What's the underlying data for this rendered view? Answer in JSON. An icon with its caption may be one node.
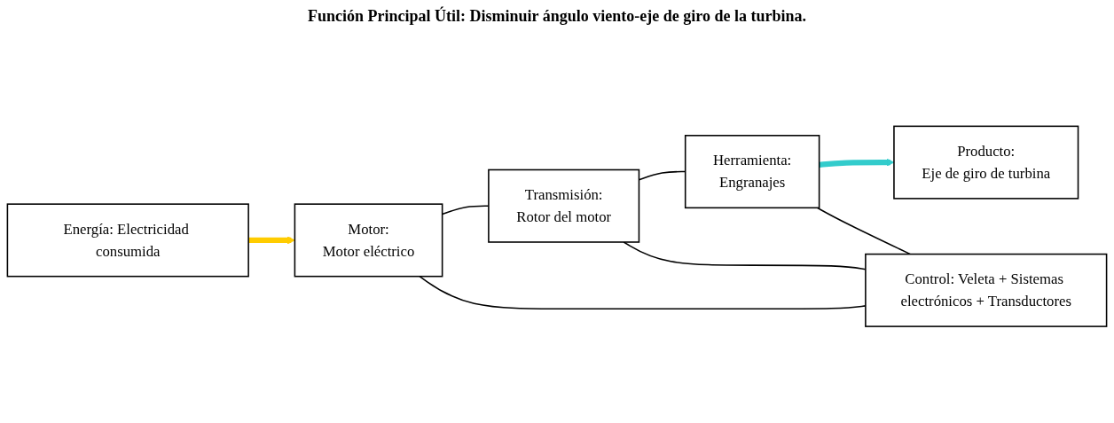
{
  "diagram": {
    "title": "Función Principal Útil: Disminuir ángulo viento-eje de giro de la turbina.",
    "nodes": [
      {
        "text": [
          "Energía: Electricidad consumida"
        ]
      },
      {
        "text": [
          "Motor:",
          "Motor eléctrico"
        ]
      },
      {
        "text": [
          "Transmisión:",
          "Rotor del motor"
        ]
      },
      {
        "text": [
          "Herramienta:",
          "Engranajes"
        ]
      },
      {
        "text": [
          "Producto:",
          "Eje de giro de turbina"
        ]
      },
      {
        "text": [
          "Control: Veleta + Sistemas electrónicos + Transductores"
        ]
      }
    ],
    "edges": [
      {
        "from": 0,
        "to": 1,
        "arrow": "to",
        "style": "thick",
        "color": "#ffcc00"
      },
      {
        "from": 1,
        "to": 2,
        "arrow": "none"
      },
      {
        "from": 2,
        "to": 3,
        "arrow": "none"
      },
      {
        "from": 3,
        "to": 4,
        "arrow": "to",
        "style": "thick",
        "color": "#33cccc"
      },
      {
        "from": 1,
        "to": 5,
        "arrow": "none"
      },
      {
        "from": 2,
        "to": 5,
        "arrow": "none"
      },
      {
        "from": 3,
        "to": 5,
        "arrow": "none"
      }
    ]
  }
}
